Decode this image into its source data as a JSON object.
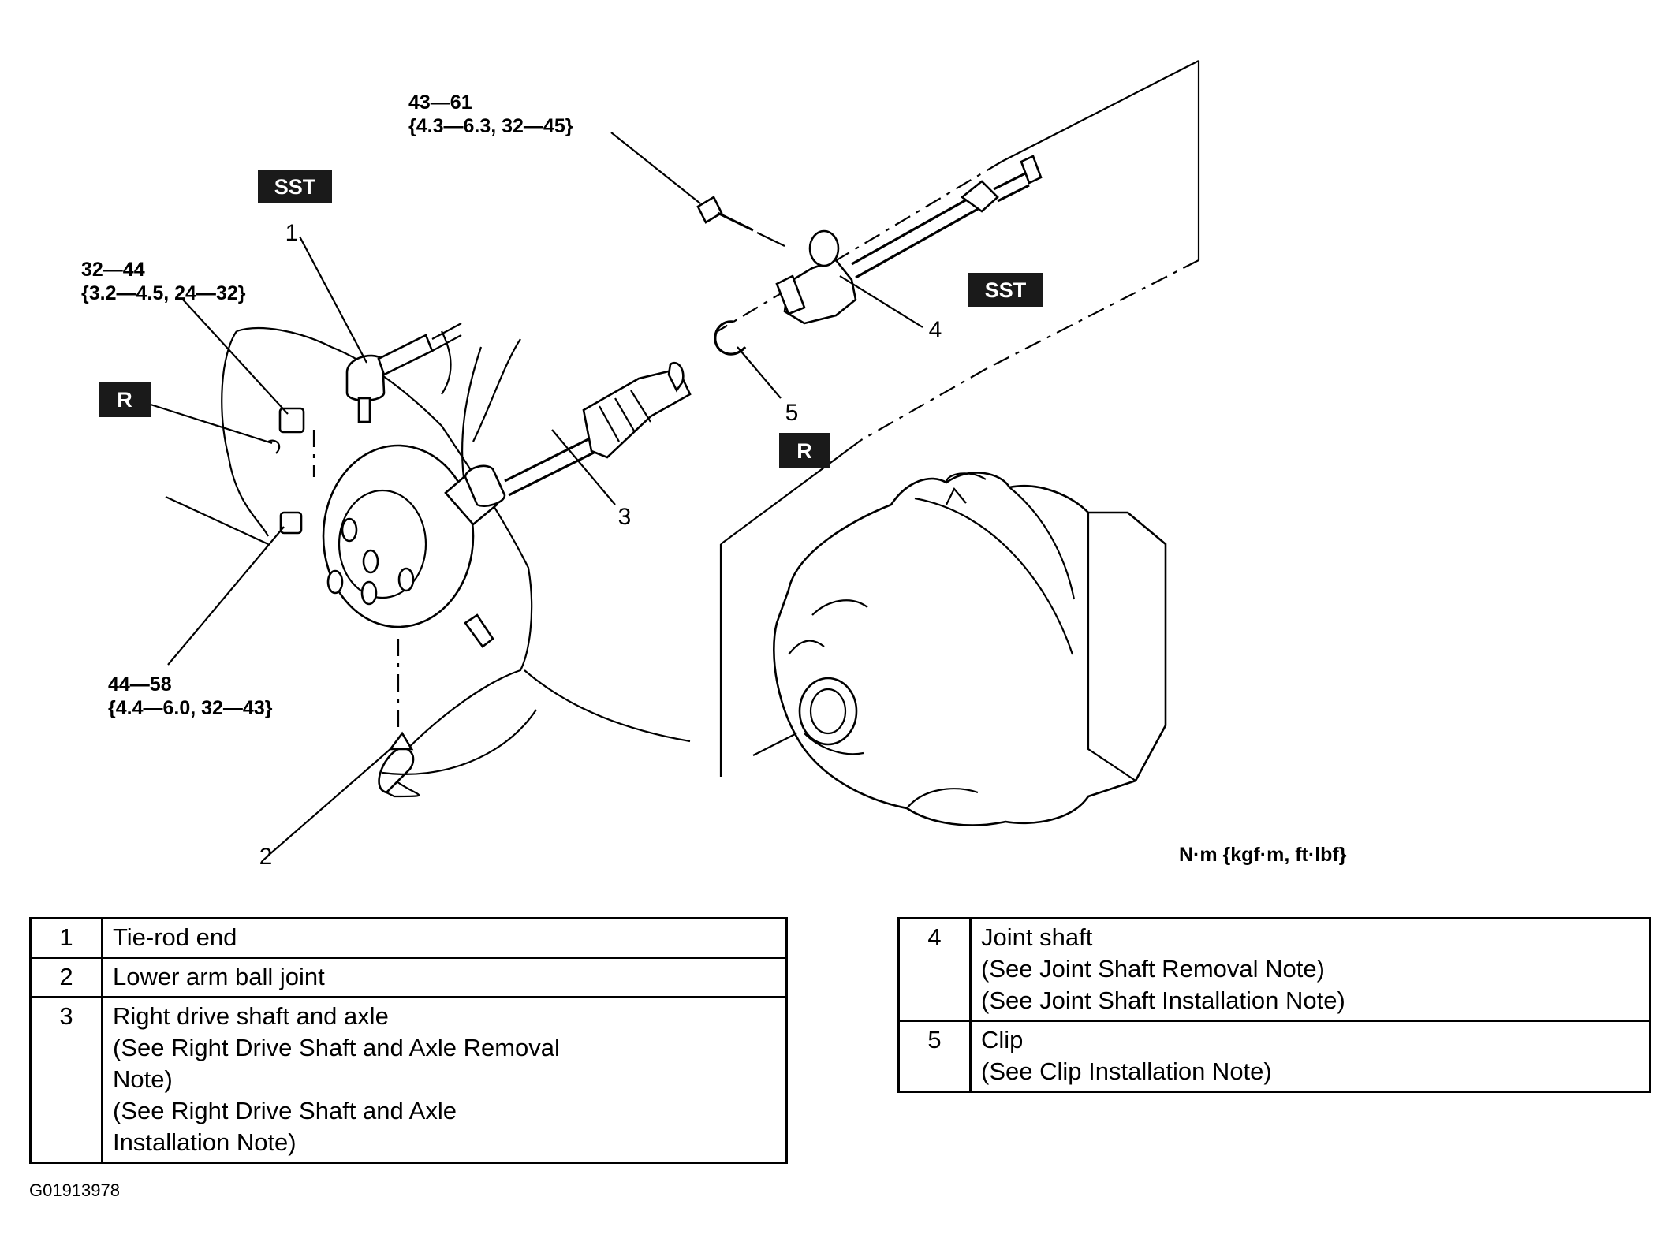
{
  "torque_specs": {
    "joint_shaft_bolt": {
      "line1": "43—61",
      "line2": "{4.3—6.3, 32—45}"
    },
    "tie_rod_nut": {
      "line1": "32—44",
      "line2": "{3.2—4.5, 24—32}"
    },
    "ball_joint_bolt": {
      "line1": "44—58",
      "line2": "{4.4—6.0, 32—43}"
    }
  },
  "badges": {
    "sst": "SST",
    "replace": "R"
  },
  "callouts": {
    "c1": "1",
    "c2": "2",
    "c3": "3",
    "c4": "4",
    "c5": "5"
  },
  "units_note": "N·m {kgf·m, ft·lbf}",
  "legend_left": [
    {
      "number": "1",
      "lines": [
        "Tie-rod end"
      ]
    },
    {
      "number": "2",
      "lines": [
        "Lower arm ball joint"
      ]
    },
    {
      "number": "3",
      "lines": [
        "Right drive shaft and axle",
        "(See Right Drive Shaft and Axle Removal",
        "Note)",
        "(See Right Drive Shaft and Axle",
        "Installation Note)"
      ]
    }
  ],
  "legend_right": [
    {
      "number": "4",
      "lines": [
        "Joint shaft",
        "(See  Joint Shaft Removal Note)",
        "(See  Joint Shaft Installation Note)"
      ]
    },
    {
      "number": "5",
      "lines": [
        "Clip",
        "(See  Clip Installation Note)"
      ]
    }
  ],
  "figure_id": "G01913978"
}
